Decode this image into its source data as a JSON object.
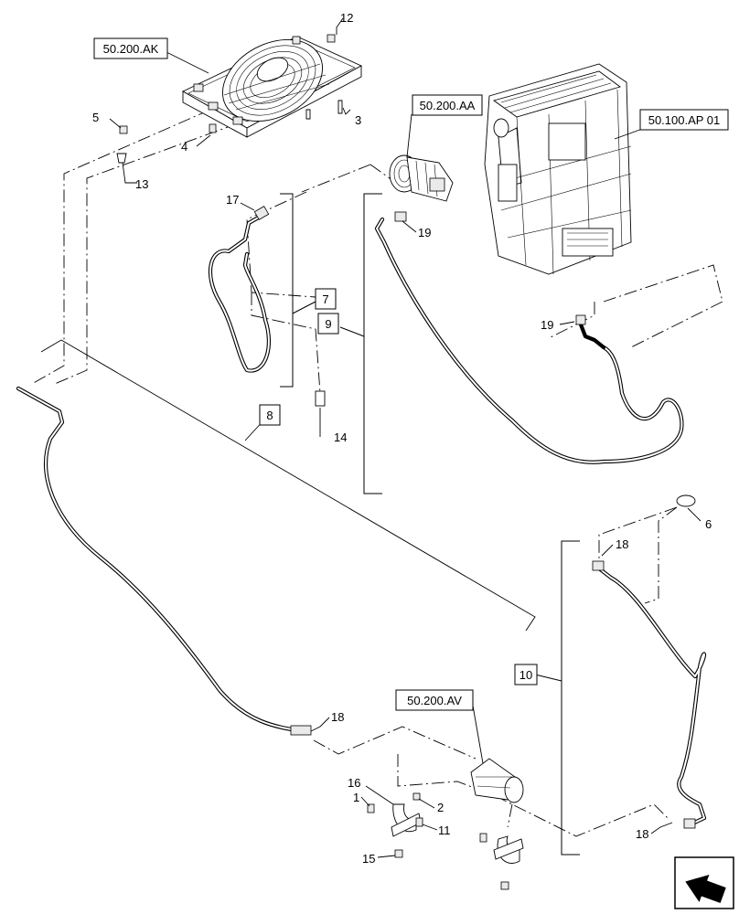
{
  "refs": {
    "fan": "50.200.AK",
    "compressor": "50.200.AA",
    "hvac": "50.100.AP 01",
    "drier": "50.200.AV"
  },
  "callouts": {
    "c1": "1",
    "c2": "2",
    "c3": "3",
    "c4": "4",
    "c5": "5",
    "c6": "6",
    "c11": "11",
    "c12": "12",
    "c13": "13",
    "c14": "14",
    "c15": "15",
    "c16": "16",
    "c17": "17",
    "c18a": "18",
    "c18b": "18",
    "c18c": "18",
    "c19a": "19",
    "c19b": "19"
  },
  "boxed": {
    "b7": "7",
    "b8": "8",
    "b9": "9",
    "b10": "10"
  }
}
